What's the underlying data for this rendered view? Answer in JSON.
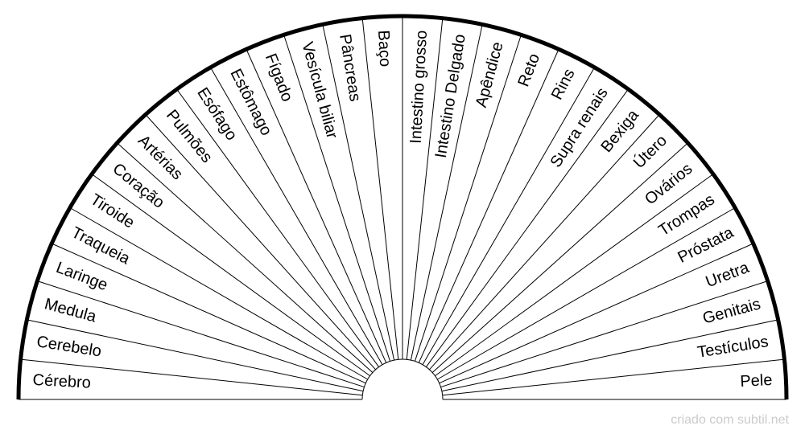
{
  "chart_data": {
    "type": "pendulum-chart",
    "segments": [
      "Cérebro",
      "Cerebelo",
      "Medula",
      "Laringe",
      "Traqueia",
      "Tiroide",
      "Coração",
      "Artérias",
      "Pulmões",
      "Esófago",
      "Estômago",
      "Fígado",
      "Vesícula biliar",
      "Pâncreas",
      "Baço",
      "Intestino grosso",
      "Intestino Delgado",
      "Apêndice",
      "Reto",
      "Rins",
      "Supra renais",
      "Bexiga",
      "Útero",
      "Ovários",
      "Trompas",
      "Próstata",
      "Uretra",
      "Genitais",
      "Testículos",
      "Pele"
    ]
  },
  "footer": {
    "credit": "criado com subtil.net"
  },
  "colors": {
    "line": "#000000",
    "background": "#ffffff",
    "credit": "#cccccc"
  }
}
